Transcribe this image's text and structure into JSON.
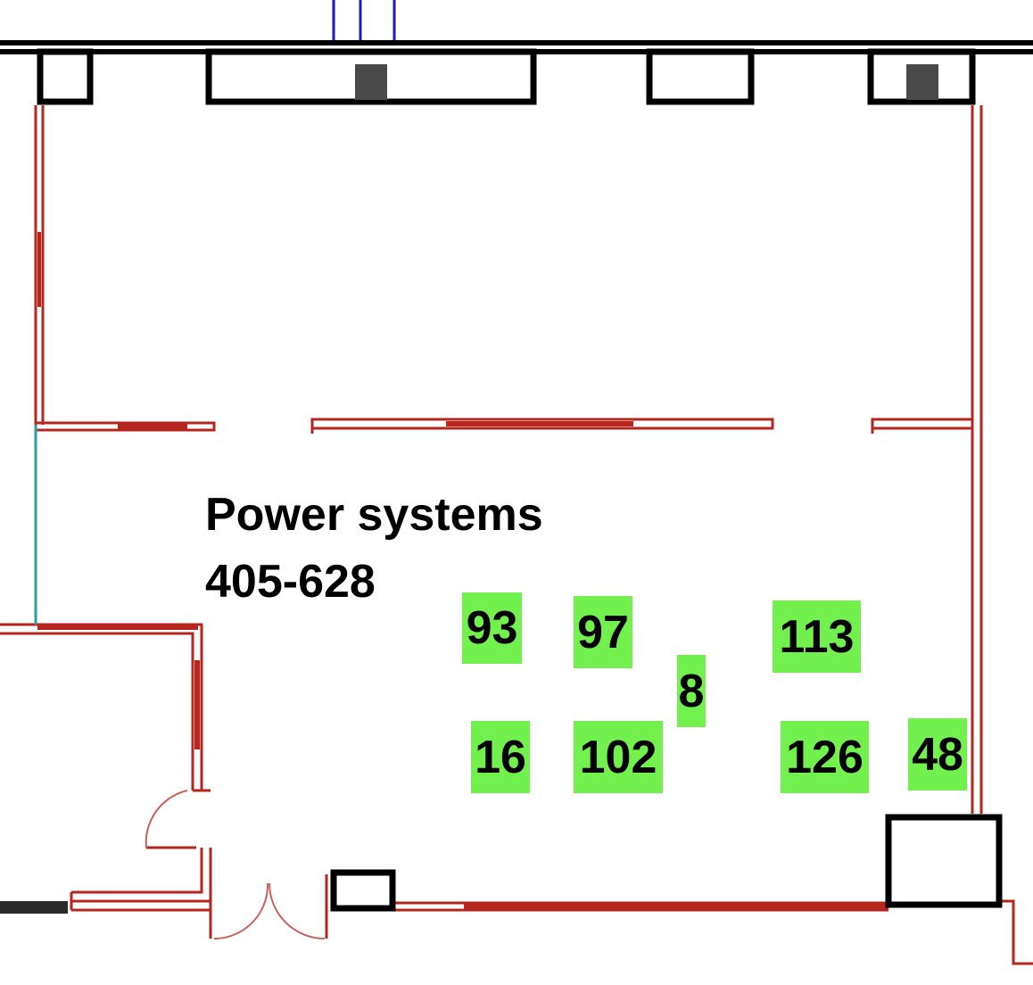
{
  "colors": {
    "interior_wall": "#b5261e",
    "exterior_wall": "#000000",
    "column": "#4a4a4a",
    "glazing": "#1a1acc",
    "partition": "#2a9d9d",
    "marker_fill": "#72f14e"
  },
  "room": {
    "name": "Power systems",
    "number": "405-628"
  },
  "markers": [
    {
      "label": "93"
    },
    {
      "label": "97"
    },
    {
      "label": "113"
    },
    {
      "label": "8"
    },
    {
      "label": "16"
    },
    {
      "label": "102"
    },
    {
      "label": "126"
    },
    {
      "label": "48"
    }
  ]
}
